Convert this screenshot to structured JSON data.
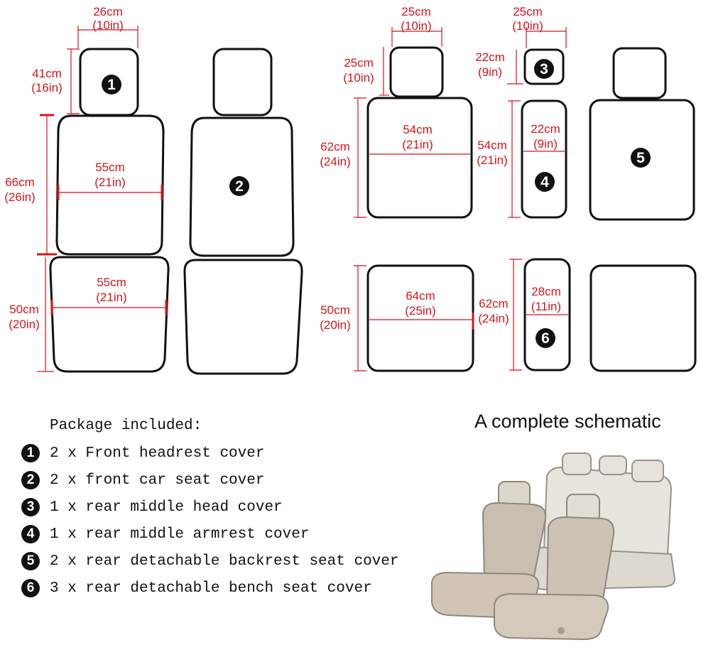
{
  "dimensions": {
    "front_headrest_width": [
      "26cm",
      "(10in)"
    ],
    "front_headrest_height": [
      "41cm",
      "(16in)"
    ],
    "front_backrest_height": [
      "66cm",
      "(26in)"
    ],
    "front_backrest_width": [
      "55cm",
      "(21in)"
    ],
    "front_bottom_width": [
      "55cm",
      "(21in)"
    ],
    "front_bottom_height": [
      "50cm",
      "(20in)"
    ],
    "rear_headrest_width": [
      "25cm",
      "(10in)"
    ],
    "rear_headrest_height": [
      "25cm",
      "(10in)"
    ],
    "middle_head_width": [
      "25cm",
      "(10in)"
    ],
    "middle_head_height": [
      "22cm",
      "(9in)"
    ],
    "rear_backrest_height": [
      "62cm",
      "(24in)"
    ],
    "rear_backrest_width": [
      "54cm",
      "(21in)"
    ],
    "armrest_height": [
      "54cm",
      "(21in)"
    ],
    "armrest_width": [
      "22cm",
      "(9in)"
    ],
    "rear_bench_height": [
      "50cm",
      "(20in)"
    ],
    "rear_bench_width": [
      "64cm",
      "(25in)"
    ],
    "middle_bench_height": [
      "62cm",
      "(24in)"
    ],
    "middle_bench_width": [
      "28cm",
      "(11in)"
    ]
  },
  "badges": [
    "1",
    "2",
    "3",
    "4",
    "5",
    "6"
  ],
  "package": {
    "title": "Package included:",
    "items": [
      {
        "num": "1",
        "text": "2 x Front headrest cover"
      },
      {
        "num": "2",
        "text": "2 x front car seat cover"
      },
      {
        "num": "3",
        "text": "1 x rear middle head cover"
      },
      {
        "num": "4",
        "text": "1 x rear middle armrest cover"
      },
      {
        "num": "5",
        "text": "2 x rear detachable backrest seat cover"
      },
      {
        "num": "6",
        "text": "3 x rear detachable bench seat cover"
      }
    ]
  },
  "schematic_title": "A complete schematic",
  "colors": {
    "dimension": "#d7141a",
    "outline": "#111111",
    "seat": "#cfc4b6"
  }
}
